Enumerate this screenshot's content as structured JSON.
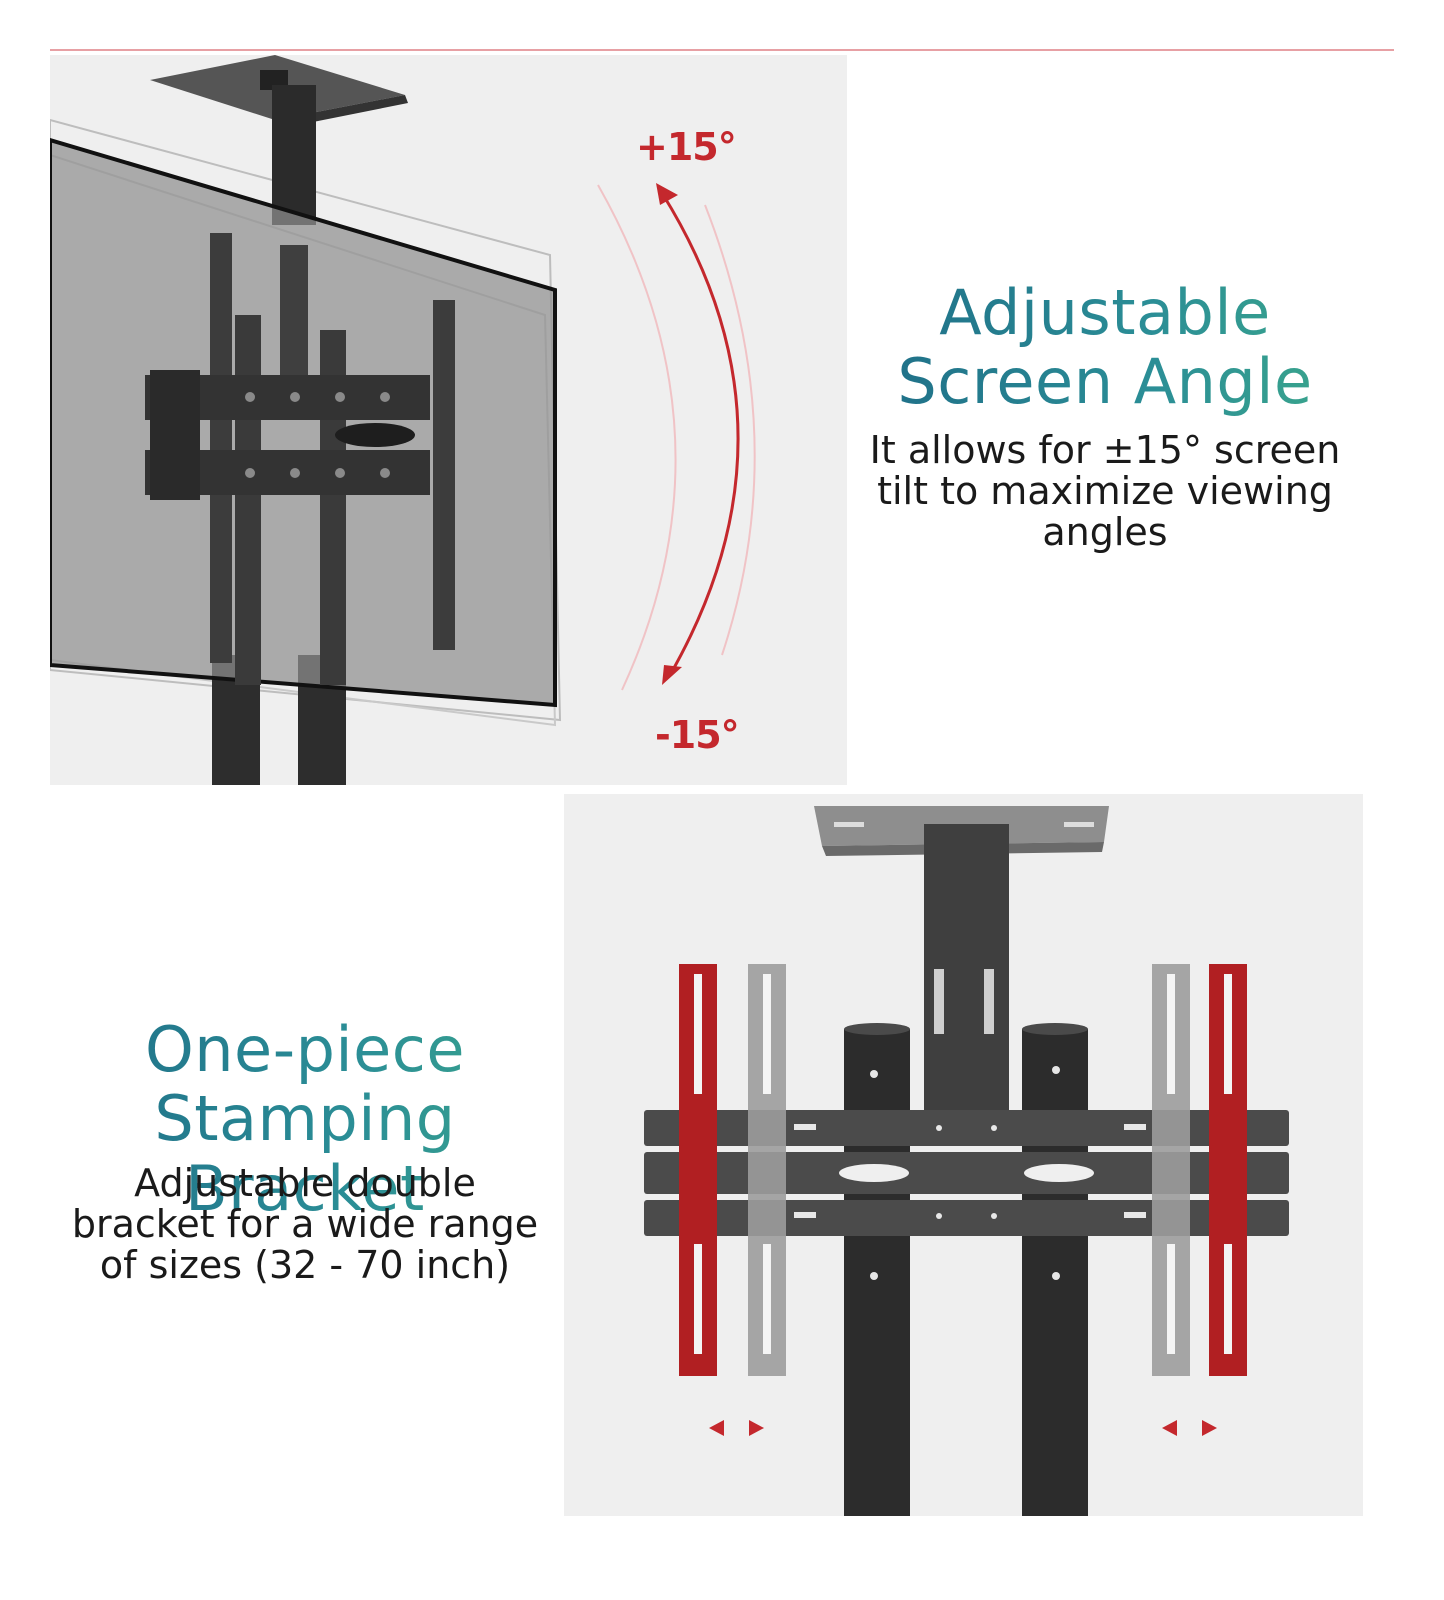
{
  "top_section": {
    "tilt_up_label": "+15°",
    "tilt_down_label": "-15°",
    "heading_line1": "Adjustable",
    "heading_line2": "Screen Angle",
    "desc_line1": "It allows for ±15°  screen",
    "desc_line2": "tilt to maximize viewing",
    "desc_line3": "angles"
  },
  "bottom_section": {
    "heading_line1": "One-piece",
    "heading_line2": "Stamping Bracket",
    "desc_line1": "Adjustable double",
    "desc_line2": "bracket  for a wide range",
    "desc_line3": "of sizes (32 - 70 inch)"
  },
  "colors": {
    "heading_gradient_start": "#1f6f88",
    "heading_gradient_end": "#3aa58c",
    "accent_red": "#c4282d",
    "metal_dark": "#3a3a3a",
    "panel_background": "#efefef"
  }
}
